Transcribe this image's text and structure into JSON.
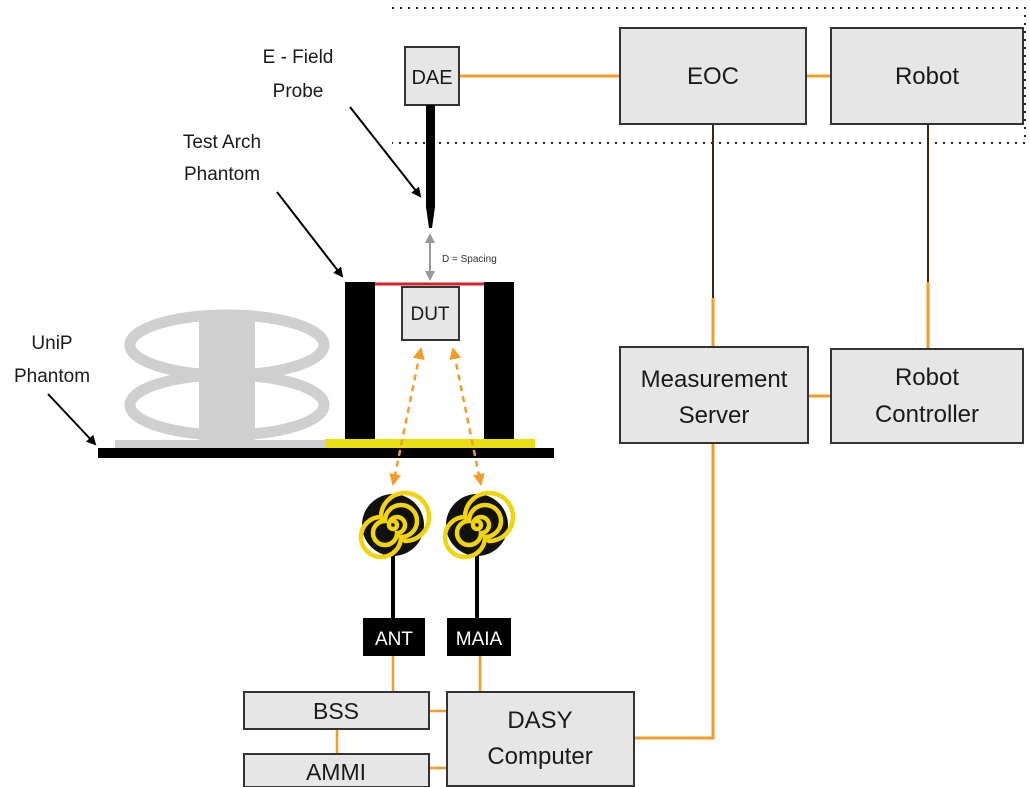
{
  "colors": {
    "accent_orange": "#f39c28",
    "dark_line": "#3a2a14",
    "box_fill": "#e6e6e6",
    "box_stroke": "#333333",
    "black": "#000000",
    "antenna_yellow": "#f2d40a",
    "red_line": "#d91f2f",
    "phantom_gray": "#cfcfcf",
    "arrow_gray": "#999999"
  },
  "labels": {
    "dae": "DAE",
    "eoc": "EOC",
    "robot": "Robot",
    "measurement_server": [
      "Measurement",
      "Server"
    ],
    "robot_controller": [
      "Robot",
      "Controller"
    ],
    "dut": "DUT",
    "ant": "ANT",
    "maia": "MAIA",
    "bss": "BSS",
    "ammi": "AMMI",
    "dasy_computer": [
      "DASY",
      "Computer"
    ],
    "e_field_probe": [
      "E - Field",
      "Probe"
    ],
    "test_arch_phantom": [
      "Test Arch",
      "Phantom"
    ],
    "unip_phantom": [
      "UniP",
      "Phantom"
    ],
    "spacing": "D = Spacing"
  },
  "icons": {
    "antenna_left": "spiral-antenna-icon",
    "antenna_right": "spiral-antenna-icon"
  }
}
